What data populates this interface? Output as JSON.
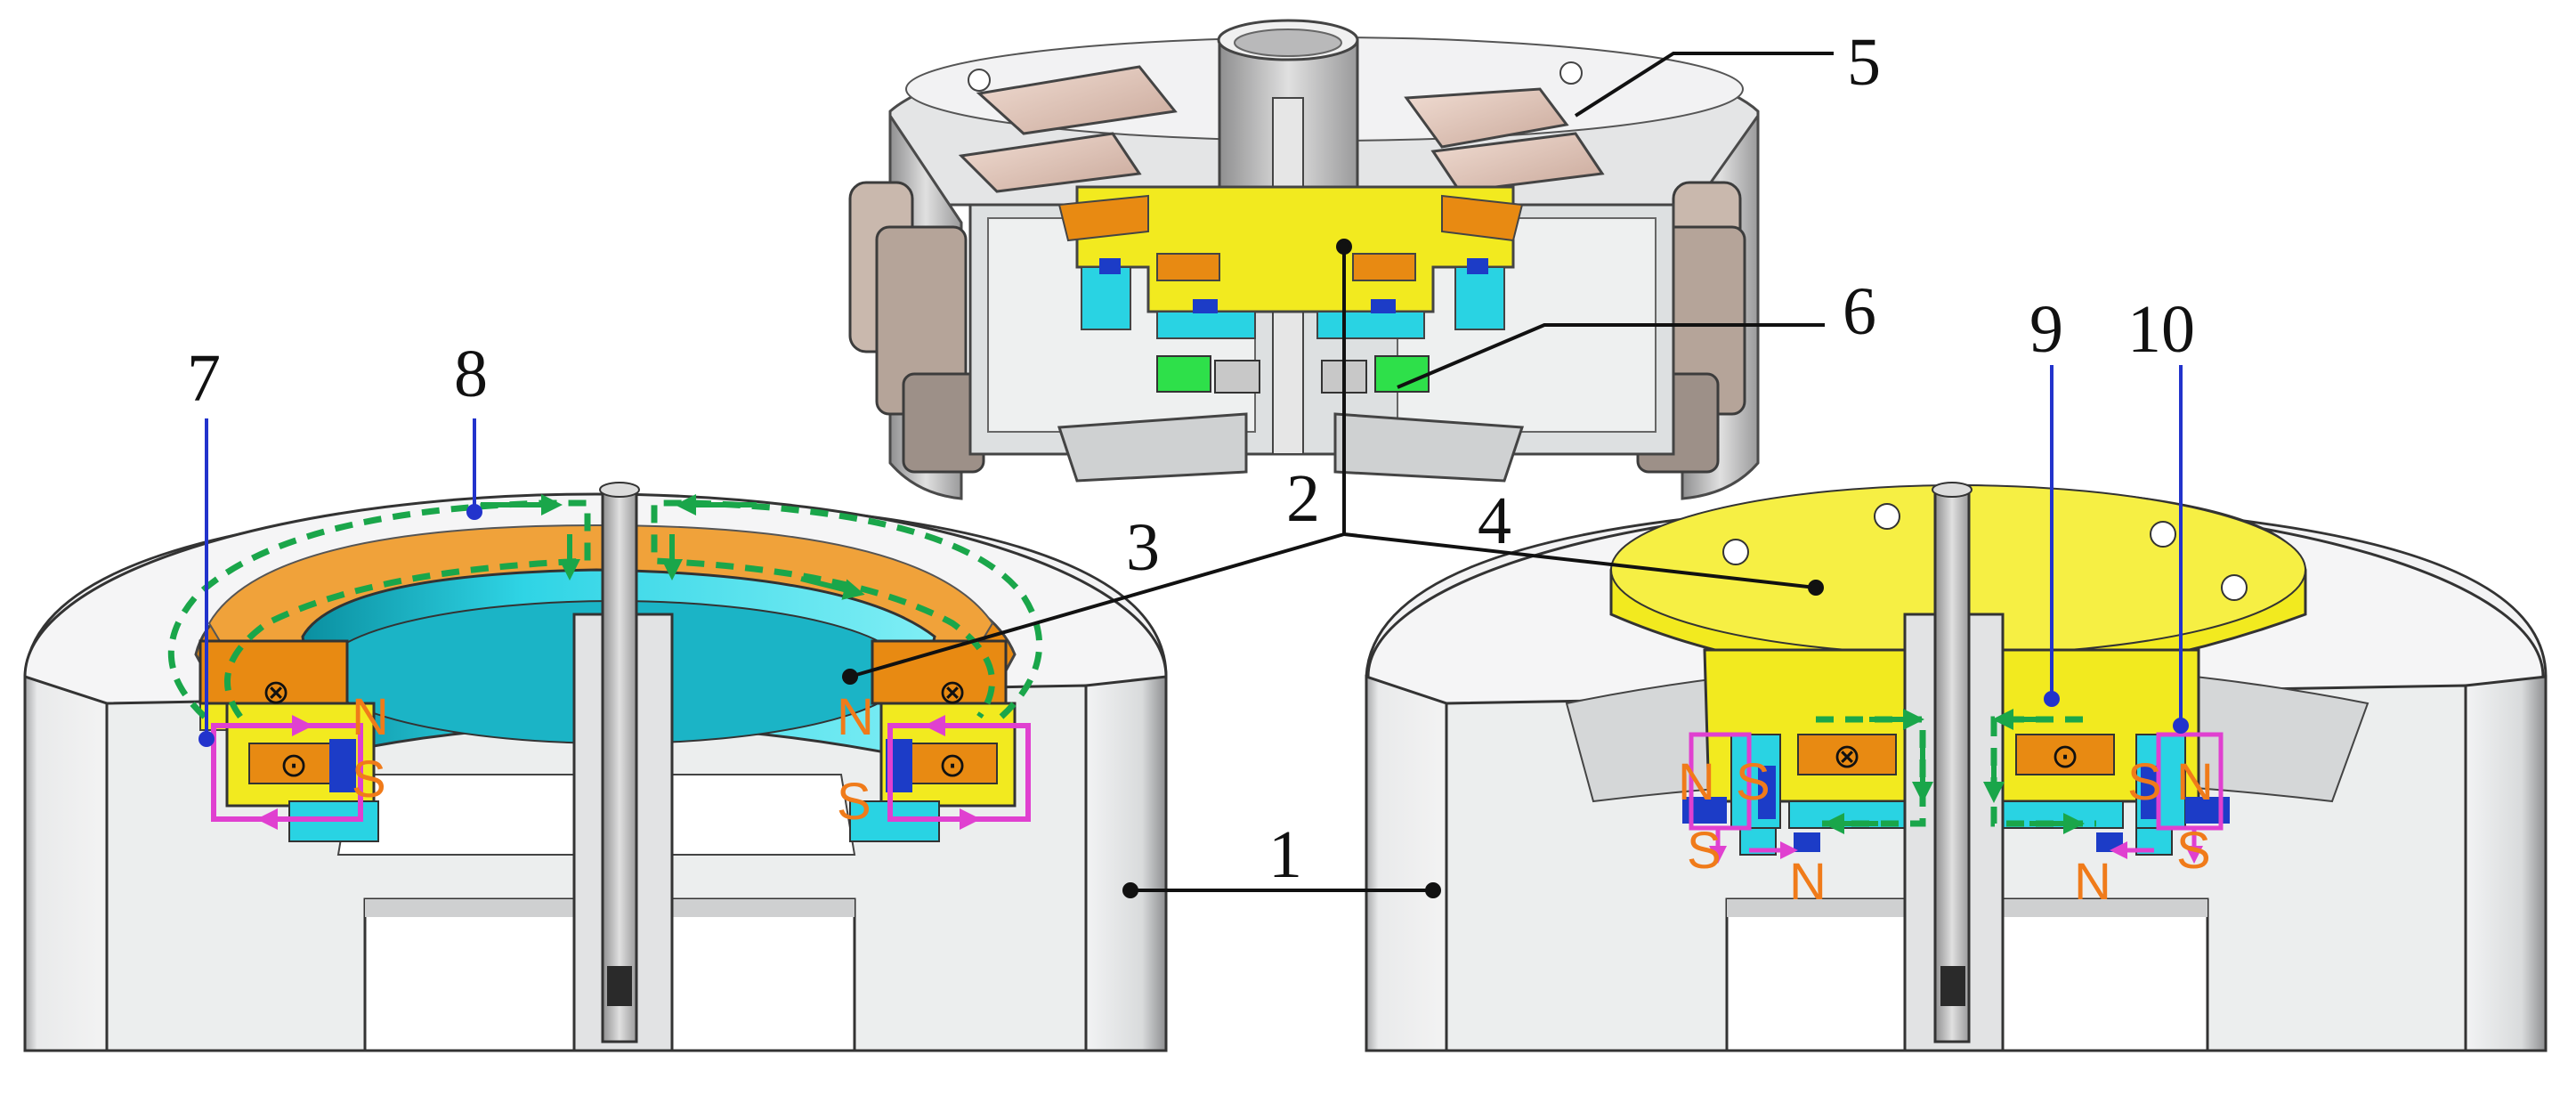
{
  "labels": {
    "part_1": "1",
    "part_2": "2",
    "part_3": "3",
    "part_4": "4",
    "part_5": "5",
    "part_6": "6",
    "part_7": "7",
    "part_8": "8",
    "part_9": "9",
    "part_10": "10"
  },
  "poles": {
    "north": "N",
    "south": "S"
  },
  "symbols": {
    "current_into_page": "⊗",
    "current_out_of_page": "⊙"
  },
  "colors": {
    "housing_gray": "#d8dadb",
    "housing_dark": "#7d7e80",
    "rotor_yellow": "#f2ea1f",
    "coil_orange": "#e88a12",
    "stator_cyan": "#29d3e3",
    "magnet_blue": "#1c3cc7",
    "flux_green": "#1aa64a",
    "loop_magenta": "#e040d0",
    "pole_orange": "#f07b1a",
    "bearing_green": "#2ee04a",
    "leader_blue": "#2233cc"
  }
}
